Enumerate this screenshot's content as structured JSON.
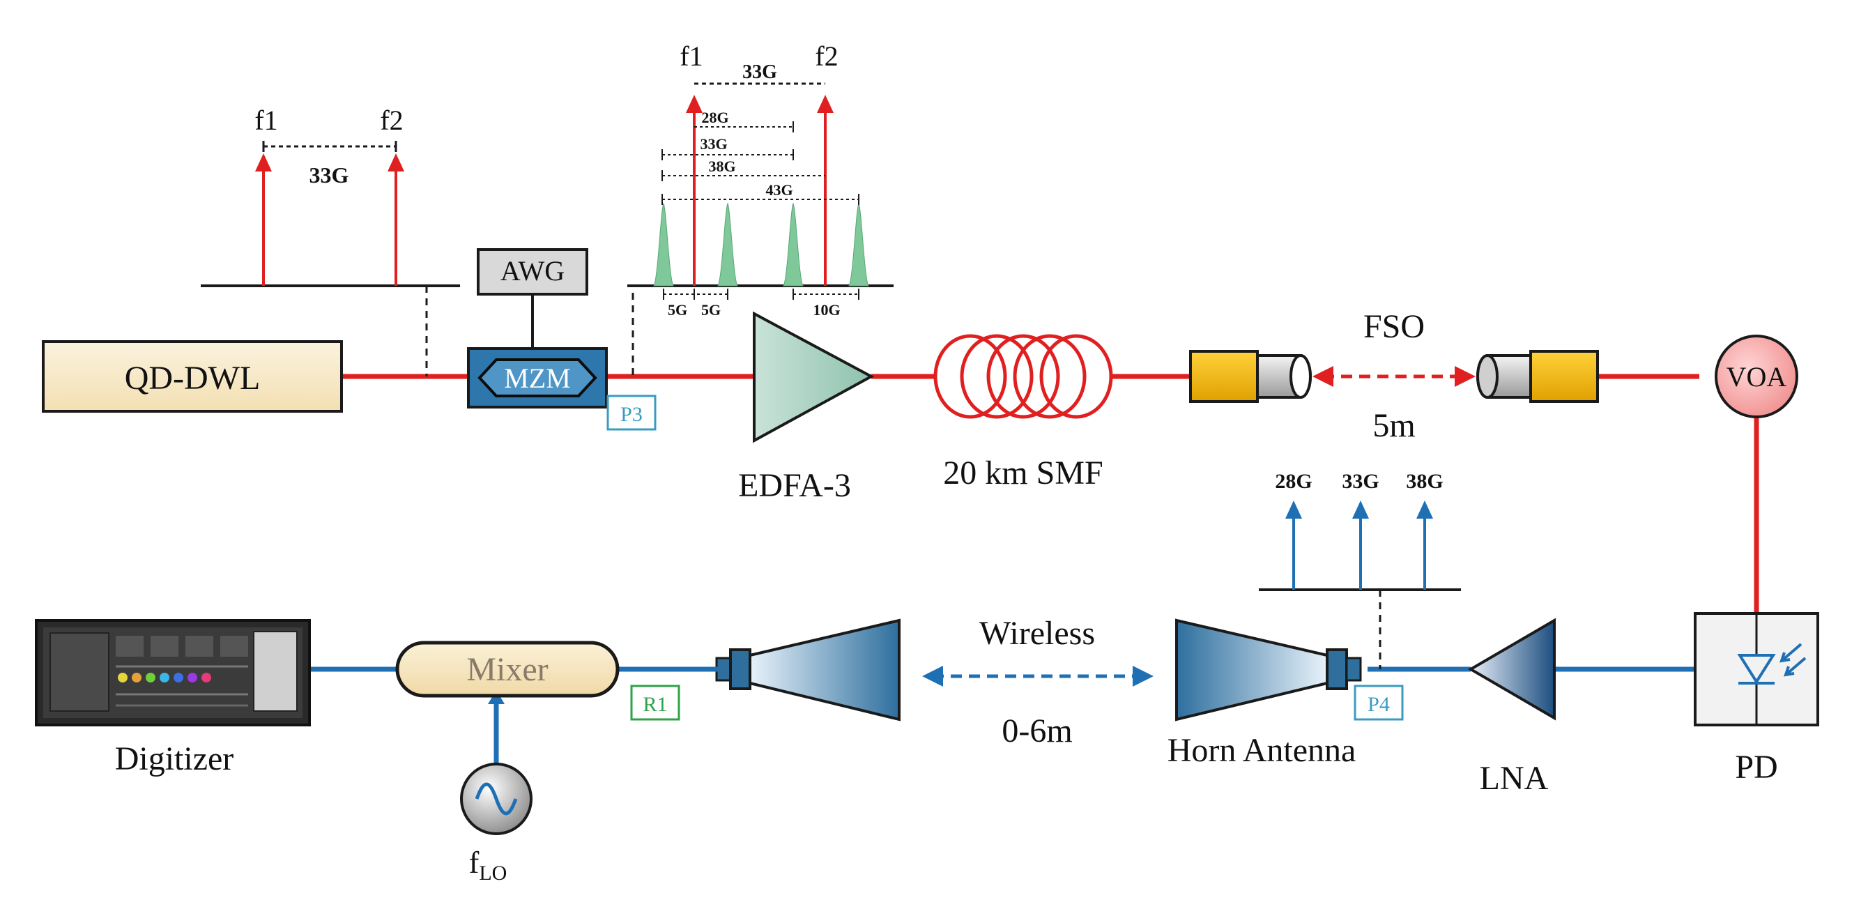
{
  "components": {
    "laser": "QD-DWL",
    "awg": "AWG",
    "modulator": "MZM",
    "amplifier": "EDFA-3",
    "fiber": "20 km SMF",
    "fso": "FSO",
    "fso_distance": "5m",
    "attenuator": "VOA",
    "photodiode": "PD",
    "lna": "LNA",
    "horn": "Horn Antenna",
    "wireless": "Wireless",
    "wireless_distance": "0-6m",
    "mixer": "Mixer",
    "digitizer": "Digitizer",
    "lo_main": "f",
    "lo_sub": "LO"
  },
  "probes": {
    "p3": "P3",
    "p4": "P4",
    "r1": "R1"
  },
  "spectrum1": {
    "f1": "f1",
    "f2": "f2",
    "spacing": "33G"
  },
  "spectrum2": {
    "f1": "f1",
    "f2": "f2",
    "top_spacing": "33G",
    "spacings": [
      "28G",
      "33G",
      "38G",
      "43G"
    ],
    "bottom": [
      "5G",
      "5G",
      "10G"
    ]
  },
  "spectrum3": {
    "tones": [
      "28G",
      "33G",
      "38G"
    ]
  },
  "colors": {
    "optical": "#e02020",
    "electrical": "#1f6fb5",
    "probe_p": "#3a9bc0",
    "probe_r": "#2ea24a",
    "sideband": "#7fc89a"
  }
}
